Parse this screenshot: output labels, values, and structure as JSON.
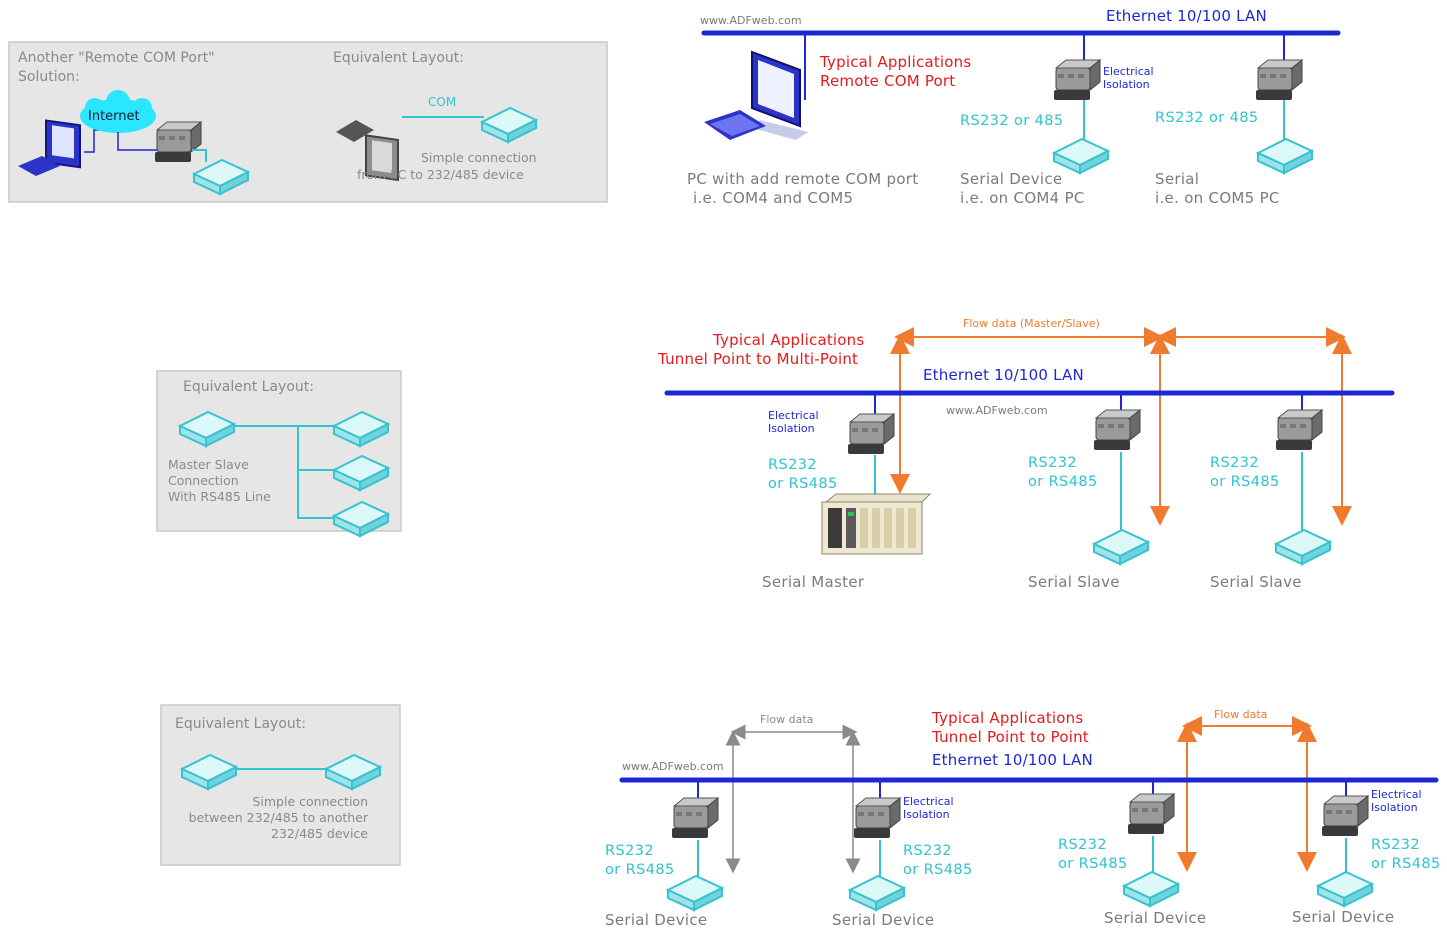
{
  "panel_remote": {
    "title_line1": "Another \"Remote COM Port\"",
    "title_line2": "Solution:",
    "internet_label": "Internet",
    "equiv_title": "Equivalent Layout:",
    "com_label": "COM",
    "simple_line1": "Simple connection",
    "simple_line2": "from PC to  232/485 device"
  },
  "panel_master_slave": {
    "equiv_title": "Equivalent Layout:",
    "desc_line1": "Master Slave",
    "desc_line2": "Connection",
    "desc_line3": "With RS485 Line"
  },
  "panel_p2p": {
    "equiv_title": "Equivalent Layout:",
    "desc_line1": "Simple connection",
    "desc_line2": "between 232/485 to another",
    "desc_line3": "232/485 device"
  },
  "diagram1": {
    "url": "www.ADFweb.com",
    "lan_label": "Ethernet 10/100 LAN",
    "app_title1": "Typical Applications",
    "app_title2": "Remote COM Port",
    "isolation1": "Electrical",
    "isolation2": "Isolation",
    "rs_label_a": "RS232 or 485",
    "rs_label_b": "RS232 or 485",
    "pc_caption1": "PC with add remote COM port",
    "pc_caption2": "i.e. COM4 and COM5",
    "dev_a_caption1": "Serial Device",
    "dev_a_caption2": "i.e. on COM4 PC",
    "dev_b_caption1": "Serial",
    "dev_b_caption2": "i.e. on COM5 PC"
  },
  "diagram2": {
    "app_title1": "Typical Applications",
    "app_title2": "Tunnel Point to Multi-Point",
    "flow_label": "Flow data (Master/Slave)",
    "lan_label": "Ethernet 10/100 LAN",
    "url": "www.ADFweb.com",
    "isolation1": "Electrical",
    "isolation2": "Isolation",
    "rs_a1": "RS232",
    "rs_a2": "or RS485",
    "rs_b1": "RS232",
    "rs_b2": "or RS485",
    "rs_c1": "RS232",
    "rs_c2": "or RS485",
    "master_caption": "Serial Master",
    "slave1_caption": "Serial Slave",
    "slave2_caption": "Serial Slave"
  },
  "diagram3": {
    "flow_label_left": "Flow data",
    "flow_label_right": "Flow data",
    "app_title1": "Typical Applications",
    "app_title2": "Tunnel Point to Point",
    "lan_label": "Ethernet 10/100 LAN",
    "url": "www.ADFweb.com",
    "iso_a1": "Electrical",
    "iso_a2": "Isolation",
    "iso_b1": "Electrical",
    "iso_b2": "Isolation",
    "rs_1a": "RS232",
    "rs_1b": "or RS485",
    "rs_2a": "RS232",
    "rs_2b": "or RS485",
    "rs_3a": "RS232",
    "rs_3b": "or RS485",
    "rs_4a": "RS232",
    "rs_4b": "or RS485",
    "dev1_caption": "Serial Device",
    "dev2_caption": "Serial Device",
    "dev3_caption": "Serial Device",
    "dev4_caption": "Serial Device"
  },
  "colors": {
    "lan_blue": "#1d27d6",
    "serial_cyan": "#2ec4d0",
    "title_red": "#e8191a",
    "flow_orange": "#f07a2e",
    "panel_bg": "#e6e6e6"
  }
}
